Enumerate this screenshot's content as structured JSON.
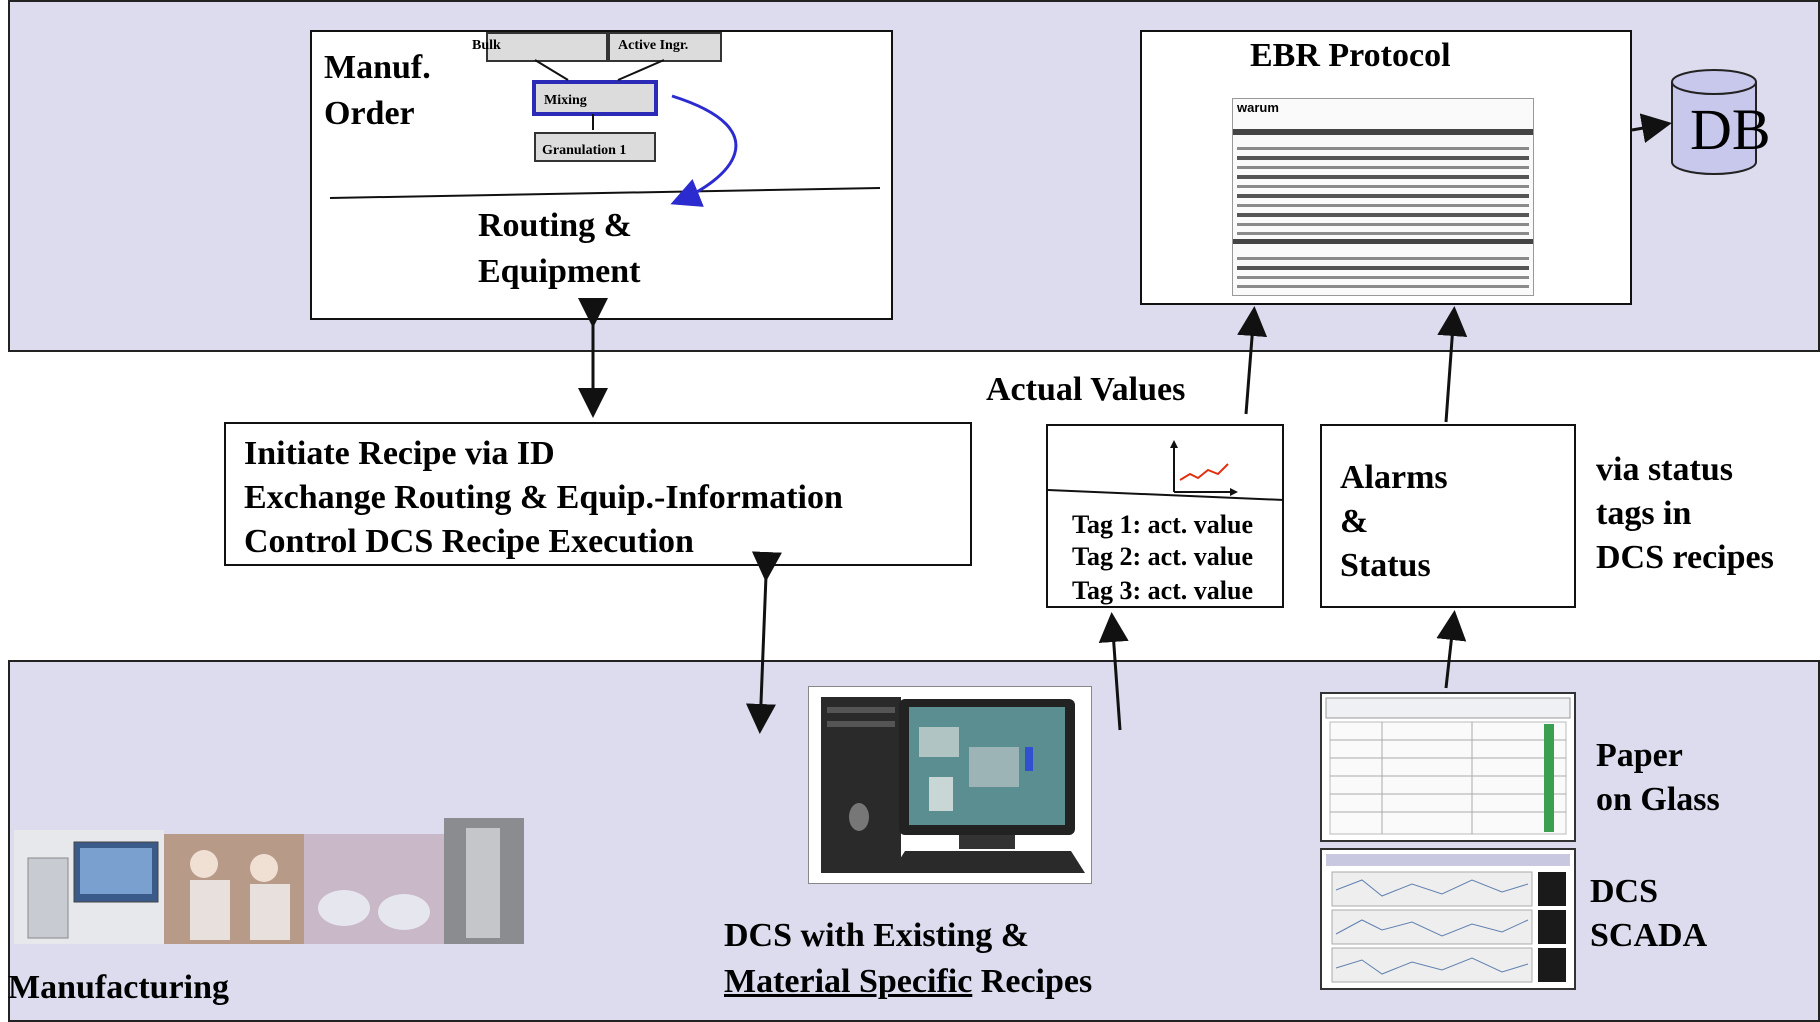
{
  "top_band": {
    "manuf_order": {
      "title_line1": "Manuf.",
      "title_line2": "Order"
    },
    "steps": {
      "bulk": "Bulk",
      "active": "Active Ingr.",
      "mixing": "Mixing",
      "granulation": "Granulation 1"
    },
    "routing": {
      "line1": "Routing &",
      "line2": "Equipment"
    },
    "ebr": {
      "title": "EBR Protocol",
      "doc_header_label": "warum"
    },
    "db": {
      "label": "DB"
    }
  },
  "middle": {
    "recipe_box": {
      "line1": "Initiate Recipe via ID",
      "line2": "Exchange Routing & Equip.-Information",
      "line3": "Control DCS Recipe Execution"
    },
    "actual_values": {
      "heading": "Actual Values",
      "tags": [
        "Tag 1: act. value",
        "Tag 2: act. value",
        "Tag 3: act. value"
      ]
    },
    "alarms": {
      "line1": "Alarms",
      "line2": "&",
      "line3": "Status"
    },
    "via_status": {
      "line1": "via status",
      "line2": "tags in",
      "line3": "DCS recipes"
    }
  },
  "bottom_band": {
    "manufacturing": "Manufacturing",
    "dcs": {
      "line1": "DCS with Existing &",
      "line2_underlined": "Material Specific",
      "line2_rest": " Recipes"
    },
    "paper_on_glass": {
      "line1": "Paper",
      "line2": "on Glass"
    },
    "scada": {
      "line1": "DCS",
      "line2": "SCADA"
    }
  },
  "colors": {
    "band": "#dcdcee",
    "mixing_border": "#2b2bb8",
    "curve": "#2b2bd0",
    "trend": "#e03010"
  }
}
